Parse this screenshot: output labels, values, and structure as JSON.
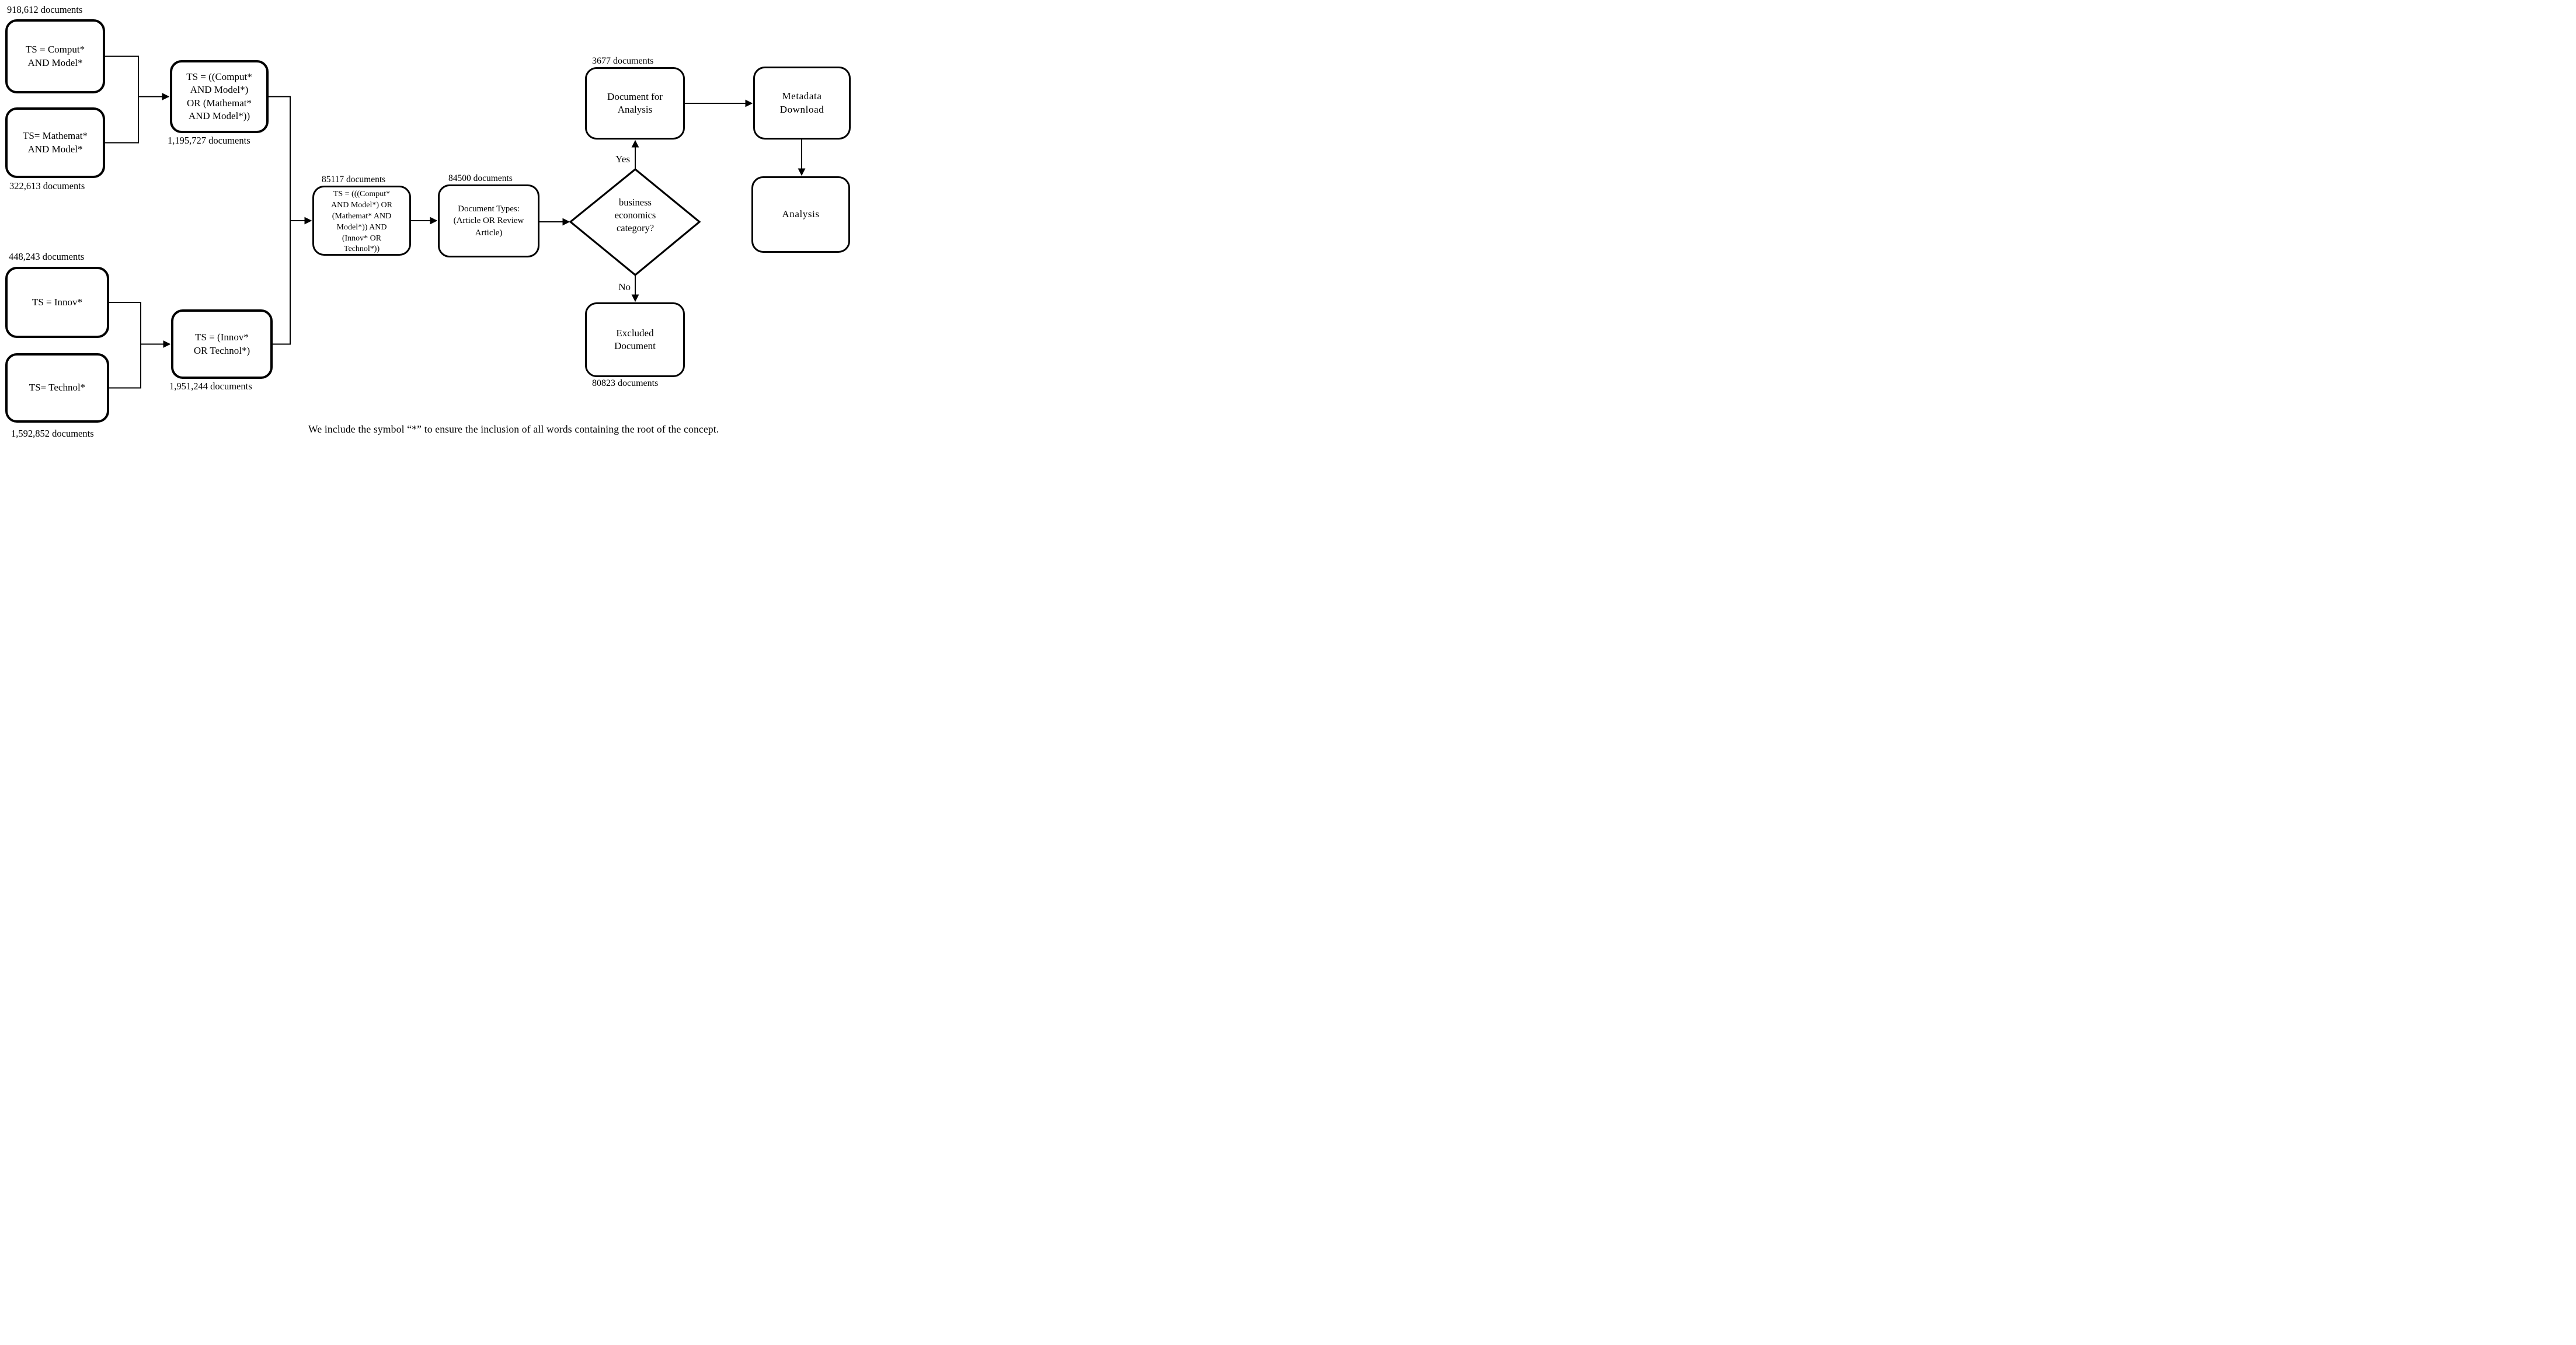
{
  "colors": {
    "ink": "#000000",
    "background": "#ffffff"
  },
  "nodes": {
    "comput": {
      "label": "TS = Comput*\nAND Model*",
      "count": "918,612 documents"
    },
    "mathemat": {
      "label": "TS= Mathemat*\nAND Model*",
      "count": "322,613 documents"
    },
    "innov": {
      "label": "TS = Innov*",
      "count": "448,243 documents"
    },
    "technol": {
      "label": "TS= Technol*",
      "count": "1,592,852 documents"
    },
    "comput_or_mathemat": {
      "label": "TS = ((Comput*\nAND Model*)\nOR (Mathemat*\nAND Model*))",
      "count": "1,195,727 documents"
    },
    "innov_or_technol": {
      "label": "TS = (Innov*\nOR Technol*)",
      "count": "1,951,244 documents"
    },
    "combined_query": {
      "label": "TS = (((Comput*\nAND Model*) OR\n(Mathemat* AND\nModel*)) AND\n(Innov* OR\nTechnol*))",
      "count": "85117 documents"
    },
    "document_types": {
      "label": "Document Types:\n(Article OR Review\nArticle)",
      "count": "84500 documents"
    },
    "decision": {
      "label": "business\neconomics\ncategory?",
      "yes_label": "Yes",
      "no_label": "No"
    },
    "document_for_analysis": {
      "label": "Document for\nAnalysis",
      "count": "3677 documents"
    },
    "metadata_download": {
      "label": "Metadata\nDownload"
    },
    "analysis": {
      "label": "Analysis"
    },
    "excluded_document": {
      "label": "Excluded\nDocument",
      "count": "80823 documents"
    }
  },
  "footnote": "We include the symbol “*” to ensure the inclusion of all words containing the root of the concept."
}
